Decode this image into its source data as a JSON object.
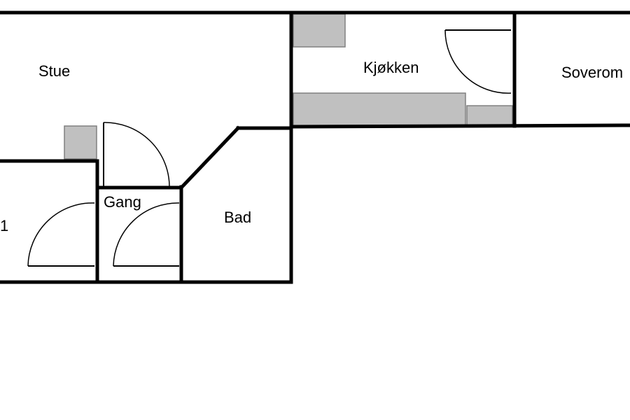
{
  "rooms": {
    "stue": "Stue",
    "kjokken": "Kjøkken",
    "soverom": "Soverom",
    "gang": "Gang",
    "bad": "Bad",
    "soverom_1_fragment": "1"
  },
  "colors": {
    "wall": "#000000",
    "fixture_fill": "#c0c0c0",
    "background": "#ffffff"
  }
}
